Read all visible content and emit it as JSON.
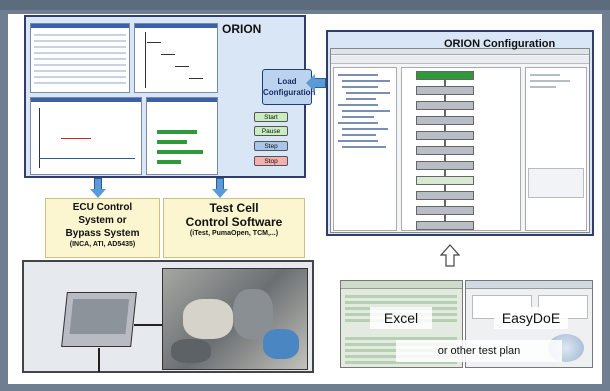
{
  "orion": {
    "title": "ORION",
    "load_button": "Load Configuration",
    "controls": {
      "start": "Start",
      "pause": "Pause",
      "step": "Step",
      "stop": "Stop"
    }
  },
  "configuration": {
    "title": "ORION Configuration"
  },
  "ecu_box": {
    "line1": "ECU Control",
    "line2": "System or",
    "line3": "Bypass System",
    "line4": "(INCA, ATI, AD5435)"
  },
  "test_cell": {
    "line1": "Test Cell",
    "line2": "Control Software",
    "line3": "(iTest, PumaOpen, TCM,...)"
  },
  "plans": {
    "excel": "Excel",
    "easydoe": "EasyDoE",
    "other": "or other test plan"
  },
  "colors": {
    "frame": "#6f7f91",
    "panel": "#d9e6f5",
    "arrow": "#5a9ad6",
    "start": "#c9ecc0",
    "step": "#a9c6ea",
    "stop": "#f3b0ae"
  }
}
